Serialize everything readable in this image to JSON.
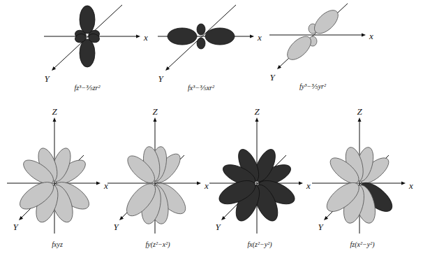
{
  "diagram": {
    "labels": [
      "x",
      "Y",
      "fz³−⅗zr²",
      "x",
      "Y",
      "fx³−⅗xr²",
      "x",
      "Y",
      "fy³−⅗yr²",
      "Z",
      "x",
      "Y",
      "fxyz",
      "Z",
      "x",
      "Y",
      "fy(z²−x²)",
      "Z",
      "x",
      "Y",
      "fx(z²−y²)",
      "Z",
      "x",
      "Y",
      "fz(x²−y²)"
    ]
  }
}
